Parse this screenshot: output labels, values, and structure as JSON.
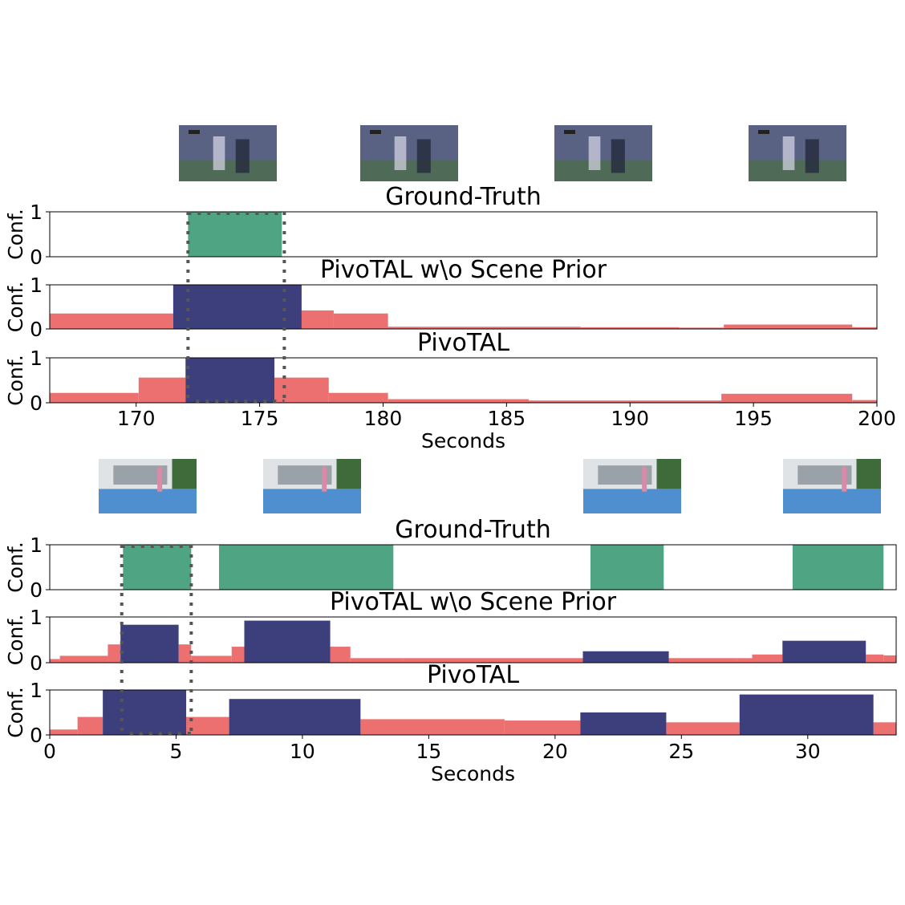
{
  "colors": {
    "ground_truth": "#4fa484",
    "prediction": "#3c3f7c",
    "background_conf": "#ec7070",
    "dotted_guide": "#555555",
    "frame_baseball": "#56607a",
    "frame_pool": "#4f8fd0"
  },
  "chart_data": [
    {
      "type": "bar",
      "xlabel": "Seconds",
      "xlim": [
        166.5,
        200
      ],
      "xticks": [
        170,
        175,
        180,
        185,
        190,
        195,
        200
      ],
      "frames": [
        {
          "icon": "baseball-frame-icon"
        },
        {
          "icon": "baseball-frame-icon"
        },
        {
          "icon": "baseball-frame-icon"
        },
        {
          "icon": "baseball-frame-icon"
        }
      ],
      "guides": [
        {
          "x": 172.1
        },
        {
          "x": 176
        }
      ],
      "panels": [
        {
          "title": "Ground-Truth",
          "ylabel": "Conf.",
          "ylim": [
            0,
            1
          ],
          "yticks": [
            0,
            1
          ],
          "gt": [
            {
              "x0": 172.1,
              "x1": 175.9,
              "value": 1
            }
          ],
          "pred": [],
          "bg": []
        },
        {
          "title": "PivoTAL w\\o Scene Prior",
          "ylabel": "Conf.",
          "ylim": [
            0,
            1
          ],
          "yticks": [
            0,
            1
          ],
          "gt": [],
          "pred": [
            {
              "x0": 171.5,
              "x1": 176.7,
              "value": 1
            }
          ],
          "bg": [
            {
              "x0": 166.5,
              "x1": 171.5,
              "value": 0.35
            },
            {
              "x0": 176.7,
              "x1": 178.0,
              "value": 0.42
            },
            {
              "x0": 178.0,
              "x1": 180.2,
              "value": 0.35
            },
            {
              "x0": 180.2,
              "x1": 188.0,
              "value": 0.05
            },
            {
              "x0": 188.0,
              "x1": 192.0,
              "value": 0.04
            },
            {
              "x0": 192.0,
              "x1": 193.8,
              "value": 0.03
            },
            {
              "x0": 193.8,
              "x1": 199.0,
              "value": 0.1
            },
            {
              "x0": 199.0,
              "x1": 200.0,
              "value": 0.04
            }
          ]
        },
        {
          "title": "PivoTAL",
          "ylabel": "Conf.",
          "ylim": [
            0,
            1
          ],
          "yticks": [
            0,
            1
          ],
          "gt": [],
          "pred": [
            {
              "x0": 172.0,
              "x1": 175.6,
              "value": 1
            }
          ],
          "bg": [
            {
              "x0": 166.5,
              "x1": 170.1,
              "value": 0.22
            },
            {
              "x0": 170.1,
              "x1": 172.0,
              "value": 0.56
            },
            {
              "x0": 175.6,
              "x1": 177.8,
              "value": 0.56
            },
            {
              "x0": 177.8,
              "x1": 180.2,
              "value": 0.22
            },
            {
              "x0": 180.2,
              "x1": 185.9,
              "value": 0.08
            },
            {
              "x0": 185.9,
              "x1": 193.7,
              "value": 0.05
            },
            {
              "x0": 193.7,
              "x1": 199.0,
              "value": 0.2
            },
            {
              "x0": 199.0,
              "x1": 200.0,
              "value": 0.06
            }
          ]
        }
      ]
    },
    {
      "type": "bar",
      "xlabel": "Seconds",
      "xlim": [
        0,
        33.5
      ],
      "xticks": [
        0,
        5,
        10,
        15,
        20,
        25,
        30
      ],
      "frames": [
        {
          "icon": "pool-frame-icon"
        },
        {
          "icon": "pool-frame-icon"
        },
        {
          "icon": "pool-frame-icon"
        },
        {
          "icon": "pool-frame-icon"
        }
      ],
      "guides": [
        {
          "x": 2.85
        },
        {
          "x": 5.6
        }
      ],
      "panels": [
        {
          "title": "Ground-Truth",
          "ylabel": "Conf.",
          "ylim": [
            0,
            1
          ],
          "yticks": [
            0,
            1
          ],
          "gt": [
            {
              "x0": 2.9,
              "x1": 5.6,
              "value": 1
            },
            {
              "x0": 6.7,
              "x1": 13.6,
              "value": 1
            },
            {
              "x0": 21.4,
              "x1": 24.3,
              "value": 1
            },
            {
              "x0": 29.4,
              "x1": 33.0,
              "value": 1
            }
          ],
          "pred": [],
          "bg": []
        },
        {
          "title": "PivoTAL w\\o Scene Prior",
          "ylabel": "Conf.",
          "ylim": [
            0,
            1
          ],
          "yticks": [
            0,
            1
          ],
          "gt": [],
          "pred": [
            {
              "x0": 2.8,
              "x1": 5.1,
              "value": 0.83
            },
            {
              "x0": 7.7,
              "x1": 11.1,
              "value": 0.92
            },
            {
              "x0": 21.1,
              "x1": 24.5,
              "value": 0.25
            },
            {
              "x0": 29.0,
              "x1": 32.3,
              "value": 0.48
            }
          ],
          "bg": [
            {
              "x0": 0.0,
              "x1": 0.4,
              "value": 0.08
            },
            {
              "x0": 0.4,
              "x1": 2.3,
              "value": 0.15
            },
            {
              "x0": 2.3,
              "x1": 2.8,
              "value": 0.4
            },
            {
              "x0": 5.1,
              "x1": 5.6,
              "value": 0.4
            },
            {
              "x0": 5.6,
              "x1": 7.2,
              "value": 0.15
            },
            {
              "x0": 7.2,
              "x1": 7.7,
              "value": 0.35
            },
            {
              "x0": 11.1,
              "x1": 11.9,
              "value": 0.35
            },
            {
              "x0": 11.9,
              "x1": 14.0,
              "value": 0.1
            },
            {
              "x0": 14.0,
              "x1": 21.1,
              "value": 0.1
            },
            {
              "x0": 24.5,
              "x1": 27.2,
              "value": 0.1
            },
            {
              "x0": 27.2,
              "x1": 27.8,
              "value": 0.1
            },
            {
              "x0": 27.8,
              "x1": 29.0,
              "value": 0.18
            },
            {
              "x0": 32.3,
              "x1": 33.0,
              "value": 0.18
            },
            {
              "x0": 33.0,
              "x1": 33.5,
              "value": 0.16
            }
          ]
        },
        {
          "title": "PivoTAL",
          "ylabel": "Conf.",
          "ylim": [
            0,
            1
          ],
          "yticks": [
            0,
            1
          ],
          "gt": [],
          "pred": [
            {
              "x0": 2.1,
              "x1": 5.4,
              "value": 1
            },
            {
              "x0": 7.1,
              "x1": 12.3,
              "value": 0.8
            },
            {
              "x0": 21.0,
              "x1": 24.4,
              "value": 0.5
            },
            {
              "x0": 27.3,
              "x1": 32.6,
              "value": 0.9
            }
          ],
          "bg": [
            {
              "x0": 0.0,
              "x1": 1.1,
              "value": 0.12
            },
            {
              "x0": 1.1,
              "x1": 2.1,
              "value": 0.4
            },
            {
              "x0": 5.4,
              "x1": 7.1,
              "value": 0.4
            },
            {
              "x0": 12.3,
              "x1": 18.0,
              "value": 0.35
            },
            {
              "x0": 18.0,
              "x1": 21.0,
              "value": 0.32
            },
            {
              "x0": 24.4,
              "x1": 27.3,
              "value": 0.28
            },
            {
              "x0": 32.6,
              "x1": 33.5,
              "value": 0.28
            }
          ]
        }
      ]
    }
  ]
}
